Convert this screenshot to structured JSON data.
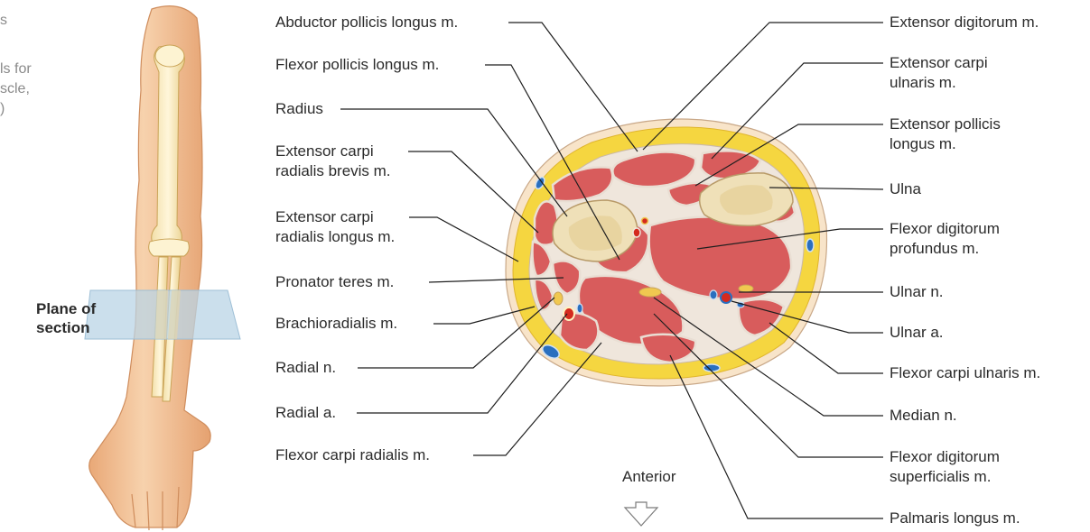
{
  "fragments": [
    "s",
    "ls for",
    "scle,",
    ")"
  ],
  "plane_label": {
    "line1": "Plane of",
    "line2": "section"
  },
  "anterior": "Anterior",
  "labels_left": {
    "abductor_pollicis_longus": "Abductor pollicis longus m.",
    "flexor_pollicis_longus": "Flexor pollicis longus m.",
    "radius": "Radius",
    "ext_carpi_rad_brevis_1": "Extensor carpi",
    "ext_carpi_rad_brevis_2": "radialis brevis m.",
    "ext_carpi_rad_longus_1": "Extensor carpi",
    "ext_carpi_rad_longus_2": "radialis longus m.",
    "pronator_teres": "Pronator teres m.",
    "brachioradialis": "Brachioradialis m.",
    "radial_n": "Radial n.",
    "radial_a": "Radial a.",
    "flexor_carpi_radialis": "Flexor carpi radialis m."
  },
  "labels_right": {
    "extensor_digitorum": "Extensor digitorum m.",
    "ext_carpi_uln_1": "Extensor carpi",
    "ext_carpi_uln_2": "ulnaris m.",
    "ext_pollicis_longus_1": "Extensor pollicis",
    "ext_pollicis_longus_2": "longus m.",
    "ulna": "Ulna",
    "flex_dig_prof_1": "Flexor digitorum",
    "flex_dig_prof_2": "profundus m.",
    "ulnar_n": "Ulnar n.",
    "ulnar_a": "Ulnar a.",
    "flexor_carpi_ulnaris": "Flexor carpi ulnaris m.",
    "median_n": "Median n.",
    "flex_dig_sup_1": "Flexor digitorum",
    "flex_dig_sup_2": "superficialis m.",
    "palmaris_longus": "Palmaris longus m."
  },
  "colors": {
    "skin": "#f2c9a0",
    "fat": "#f5d640",
    "muscle": "#d85c5c",
    "fascia": "#efe6dc",
    "bone": "#efe0b8",
    "artery": "#d42a1e",
    "vein": "#2a6fbf",
    "nerve": "#f0c850",
    "plane": "#b9d4e6"
  }
}
